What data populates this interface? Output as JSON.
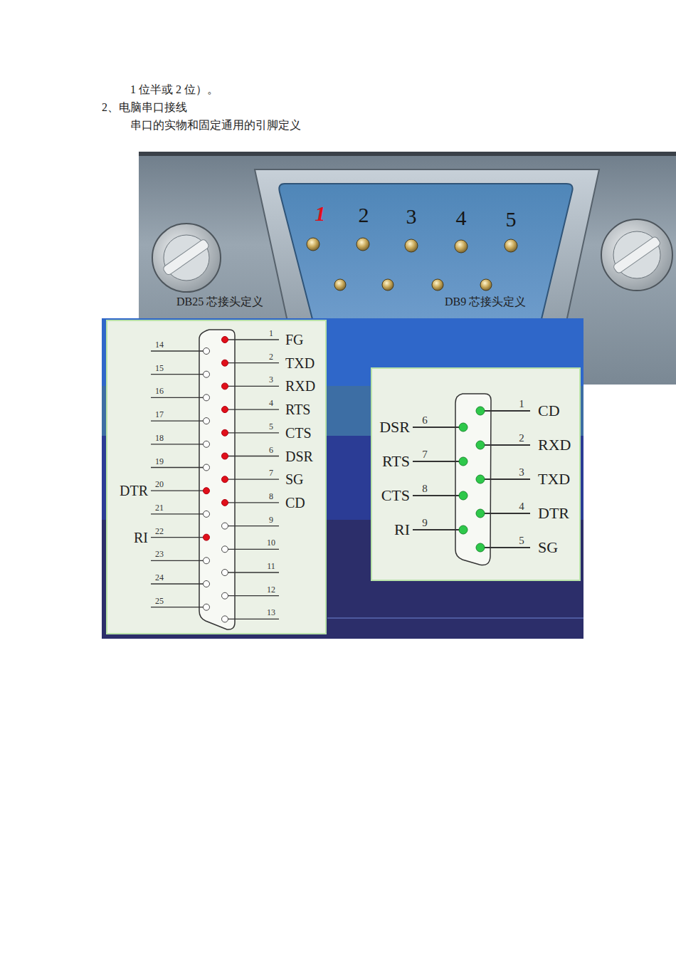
{
  "diagram": {
    "labels": [
      "1 位半或 2 位）。",
      "2、电脑串口接线",
      "串口的实物和固定通用的引脚定义",
      "1",
      "2",
      "3",
      "4",
      "5",
      "DB25 芯接头定义",
      "DB9 芯接头定义",
      "1",
      "2",
      "3",
      "4",
      "5",
      "6",
      "7",
      "8",
      "9",
      "10",
      "11",
      "12",
      "13",
      "FG",
      "TXD",
      "RXD",
      "RTS",
      "CTS",
      "DSR",
      "SG",
      "CD",
      "14",
      "15",
      "16",
      "17",
      "18",
      "19",
      "20",
      "21",
      "22",
      "23",
      "24",
      "25",
      "DTR",
      "RI",
      "1",
      "2",
      "3",
      "4",
      "5",
      "CD",
      "RXD",
      "TXD",
      "DTR",
      "SG",
      "6",
      "7",
      "8",
      "9",
      "DSR",
      "RTS",
      "CTS",
      "RI"
    ]
  }
}
